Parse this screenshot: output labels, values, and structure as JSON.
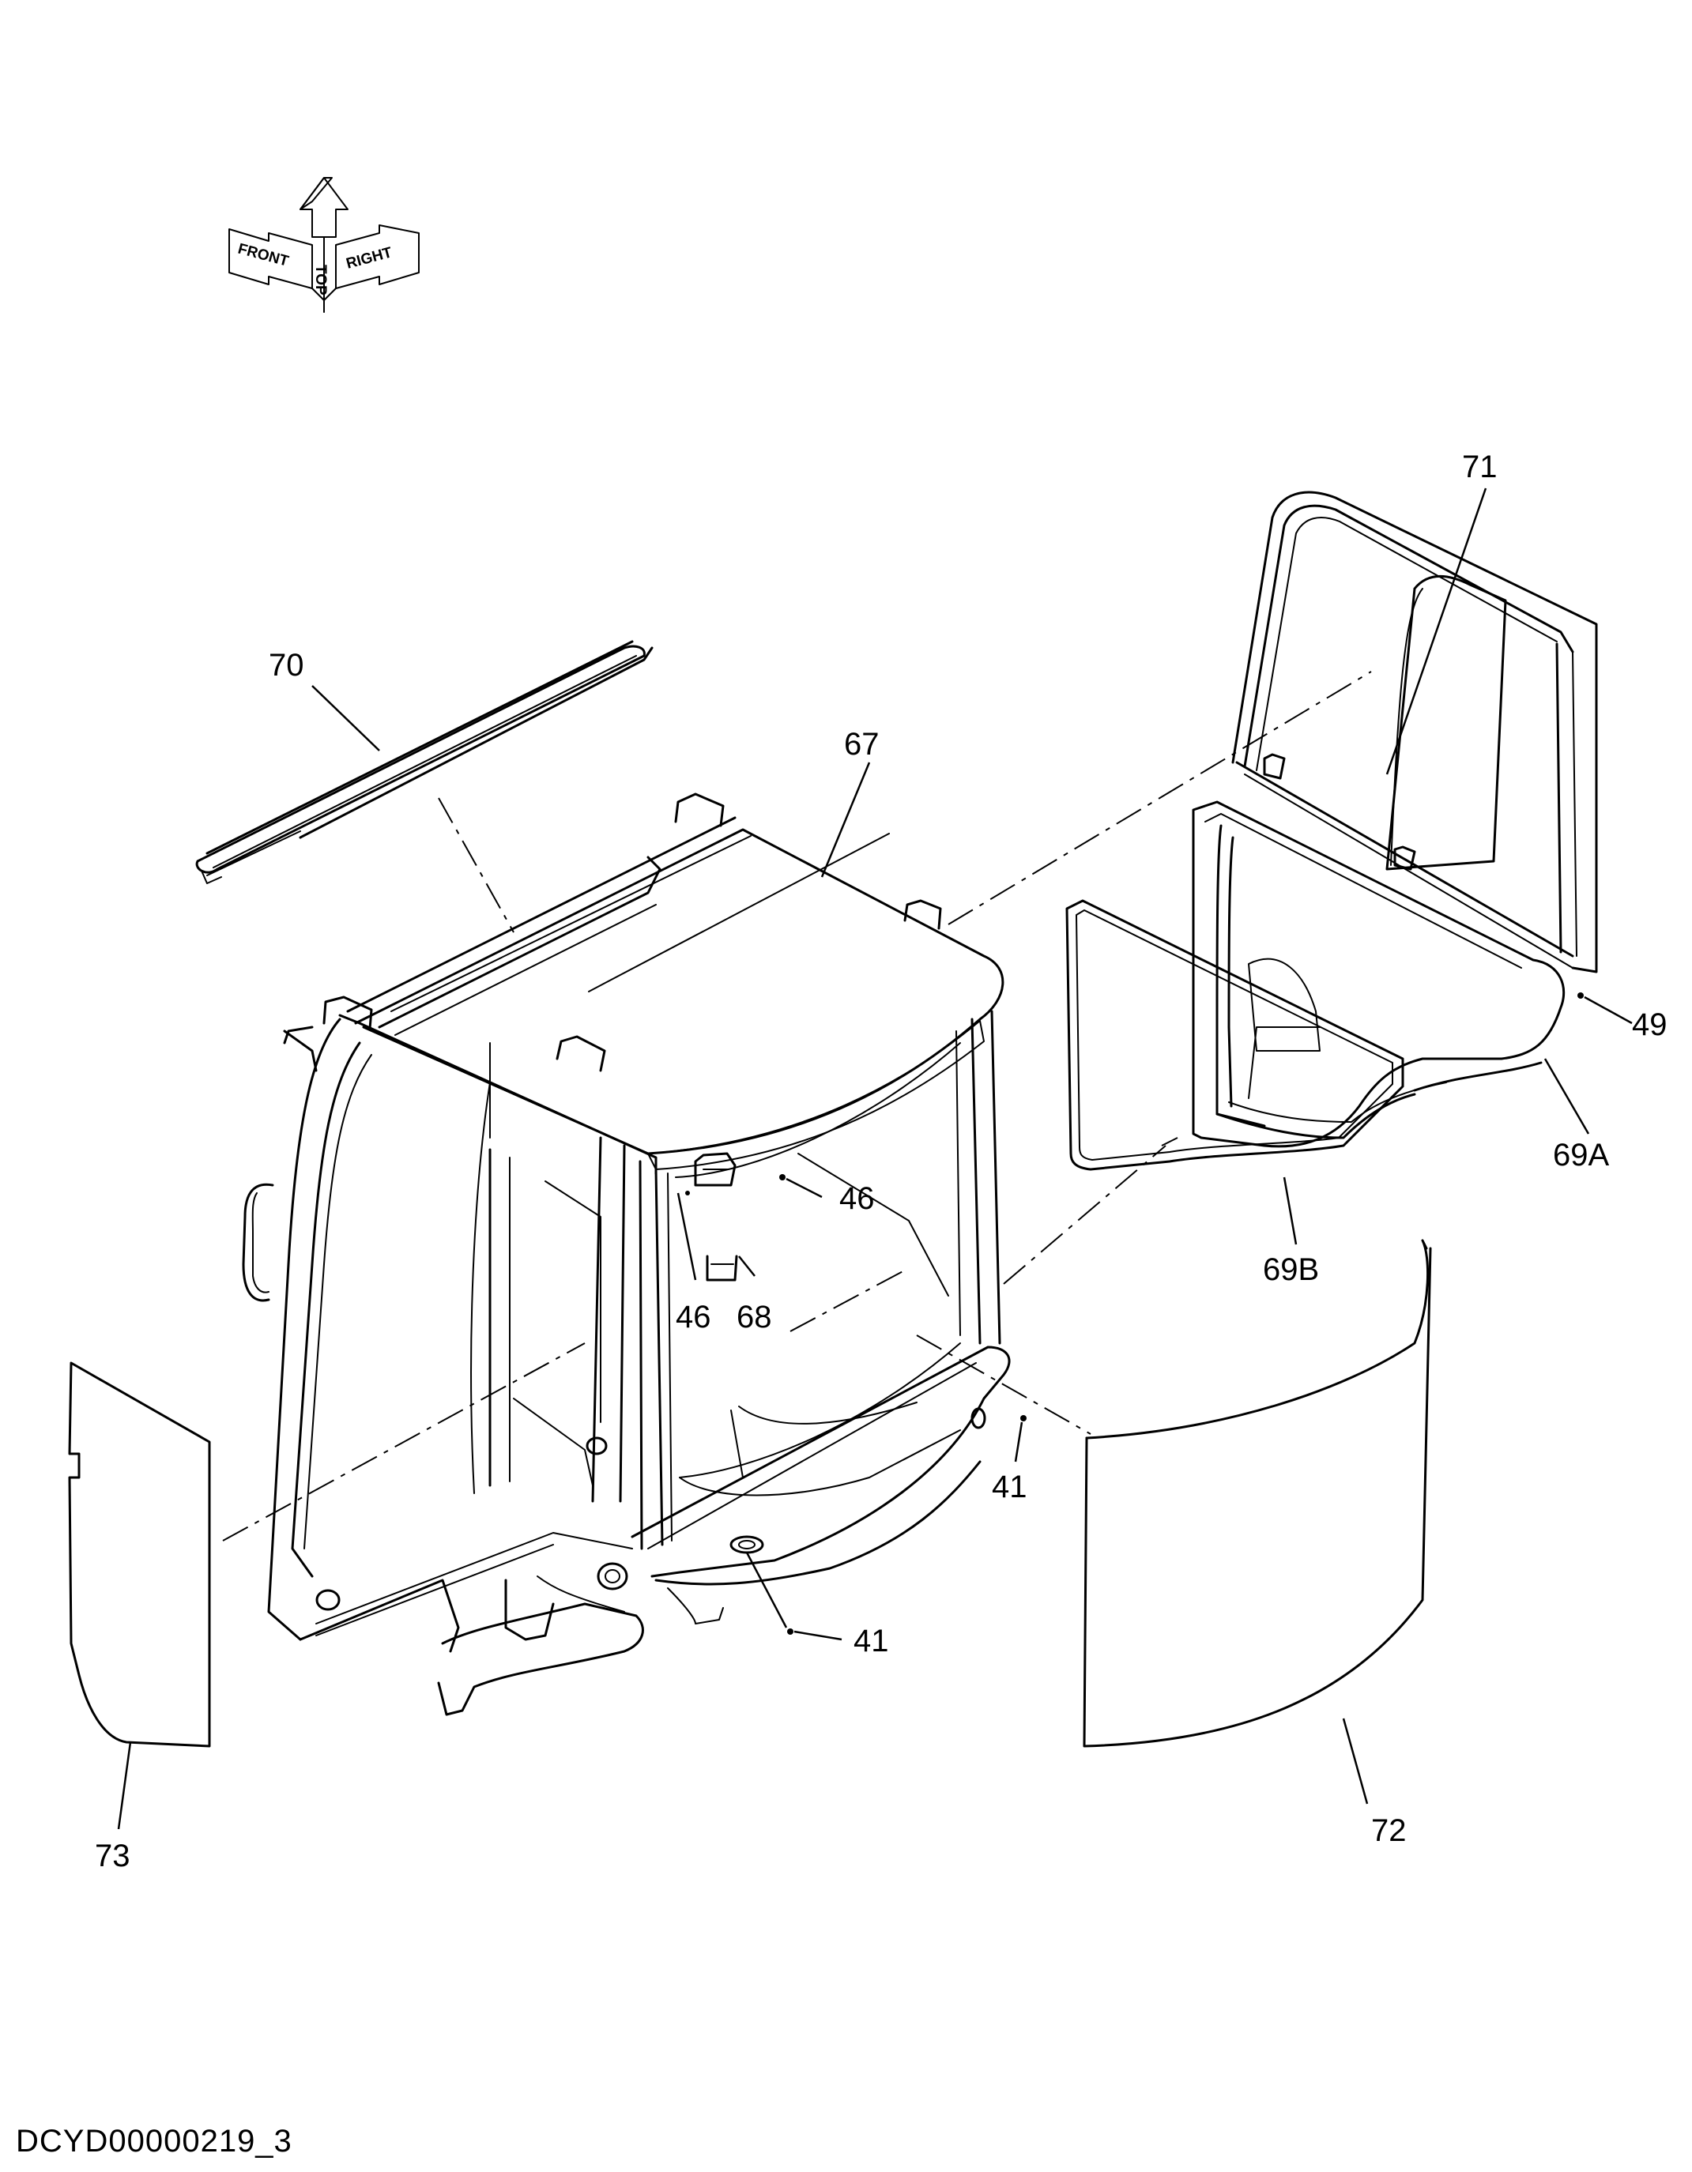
{
  "orientation": {
    "top": "TOP",
    "front": "FRONT",
    "right": "RIGHT"
  },
  "callouts": {
    "c71": "71",
    "c70": "70",
    "c67": "67",
    "c49": "49",
    "c69a": "69A",
    "c46a": "46",
    "c46b": "46",
    "c68": "68",
    "c69b": "69B",
    "c41a": "41",
    "c41b": "41",
    "c72": "72",
    "c73": "73"
  },
  "footer": {
    "drawing_id": "DCYD00000219_3"
  }
}
